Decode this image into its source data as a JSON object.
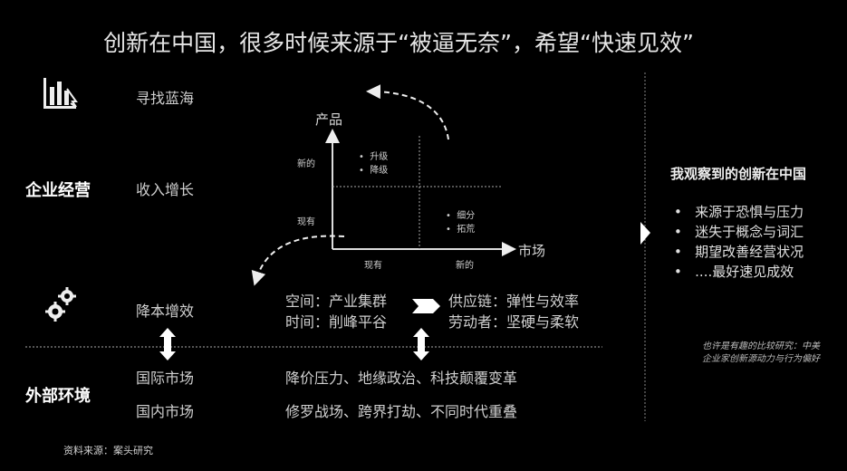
{
  "title": "创新在中国，很多时候来源于“被逼无奈”，希望“快速见效”",
  "left": {
    "enterprise": "企业经营",
    "blue_ocean": "寻找蓝海",
    "revenue": "收入增长",
    "cost": "降本增效",
    "external": "外部环境",
    "intl": "国际市场",
    "domestic": "国内市场"
  },
  "matrix": {
    "y_axis": "产品",
    "x_axis": "市场",
    "y_new": "新的",
    "y_existing": "现有",
    "x_existing": "现有",
    "x_new": "新的",
    "top_left": [
      "升级",
      "降级"
    ],
    "bottom_right": [
      "细分",
      "拓荒"
    ]
  },
  "cost_items": {
    "space": "空间：产业集群",
    "time": "时间：削峰平谷",
    "supply": "供应链：弹性与效率",
    "labor": "劳动者：坚硬与柔软"
  },
  "external_items": {
    "intl": "降价压力、地缘政治、科技颠覆变革",
    "domestic": "修罗战场、跨界打劫、不同时代重叠"
  },
  "source": "资料来源：案头研究",
  "right": {
    "heading": "我观察到的创新在中国",
    "bullets": [
      "来源于恐惧与压力",
      "迷失于概念与词汇",
      "期望改善经营状况",
      "....最好速见成效"
    ],
    "note": [
      "也许是有趣的比较研究：中美",
      "企业家创新源动力与行为偏好"
    ]
  }
}
